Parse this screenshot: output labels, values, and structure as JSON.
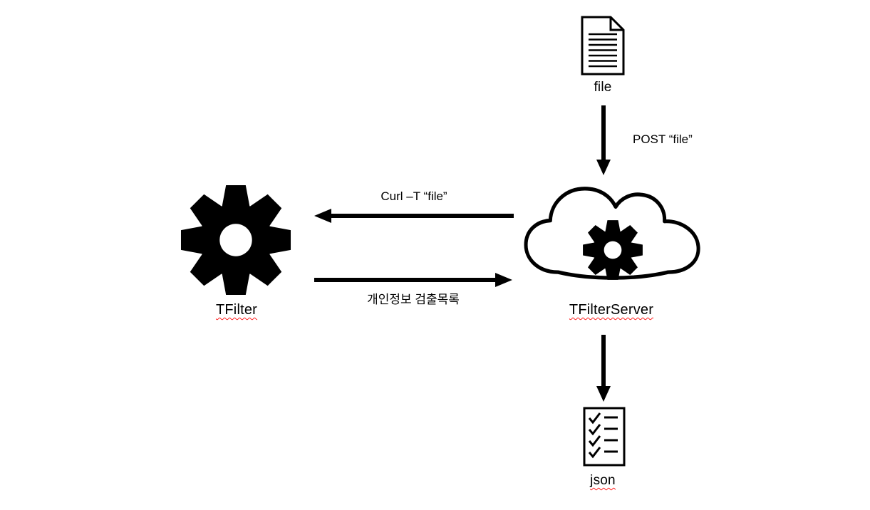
{
  "diagram": {
    "nodes": {
      "file": {
        "label": "file",
        "icon": "document-icon"
      },
      "tfilter": {
        "label": "TFilter",
        "icon": "gear-icon"
      },
      "tfilter_server": {
        "label": "TFilterServer",
        "icon": "cloud-gear-icon"
      },
      "json_output": {
        "label": "json",
        "icon": "checklist-icon"
      }
    },
    "edges": {
      "post_file": {
        "label": "POST “file”",
        "from": "file",
        "to": "tfilter_server",
        "direction": "down"
      },
      "curl_request": {
        "label": "Curl –T “file”",
        "from": "tfilter_server",
        "to": "tfilter",
        "direction": "left"
      },
      "detection_result": {
        "label": "개인정보 검출목록",
        "from": "tfilter",
        "to": "tfilter_server",
        "direction": "right"
      },
      "json_result": {
        "label": "",
        "from": "tfilter_server",
        "to": "json_output",
        "direction": "down"
      }
    },
    "colors": {
      "stroke": "#000000",
      "background": "#ffffff",
      "spellcheck_underline": "#ff1f1f"
    }
  }
}
